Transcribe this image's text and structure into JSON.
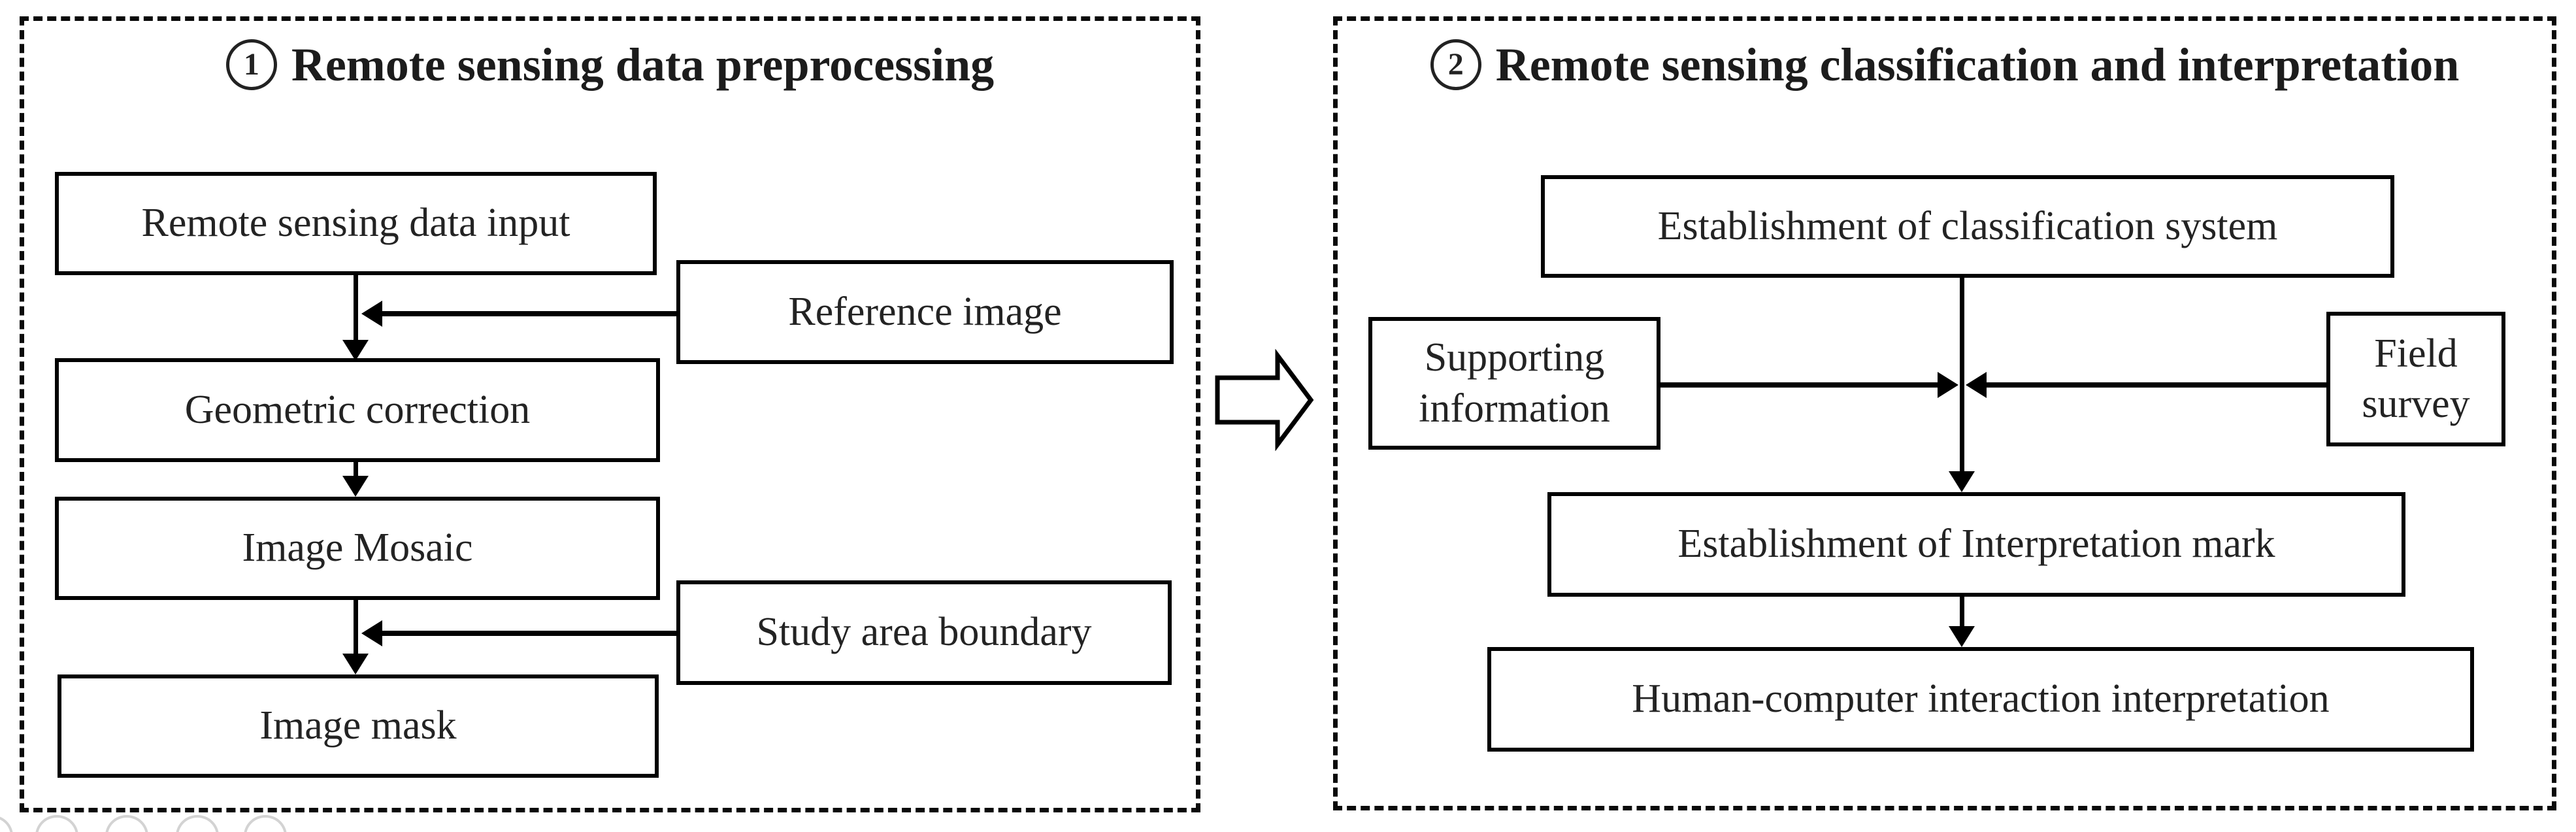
{
  "left_panel": {
    "number": "1",
    "title": "Remote sensing data preprocessing",
    "boxes": {
      "input": "Remote sensing data input",
      "reference": "Reference image",
      "geometric": "Geometric correction",
      "mosaic": "Image Mosaic",
      "study": "Study area boundary",
      "mask": "Image mask"
    }
  },
  "right_panel": {
    "number": "2",
    "title": "Remote sensing classification and interpretation",
    "boxes": {
      "classification": "Establishment of classification system",
      "supporting": "Supporting information",
      "field": "Field survey",
      "interpretation_mark": "Establishment of Interpretation mark",
      "human_computer": "Human-computer interaction interpretation"
    }
  },
  "colors": {
    "line": "#000000",
    "text": "#232323",
    "background": "#ffffff",
    "faint_watermark": "#d3d3d3"
  }
}
